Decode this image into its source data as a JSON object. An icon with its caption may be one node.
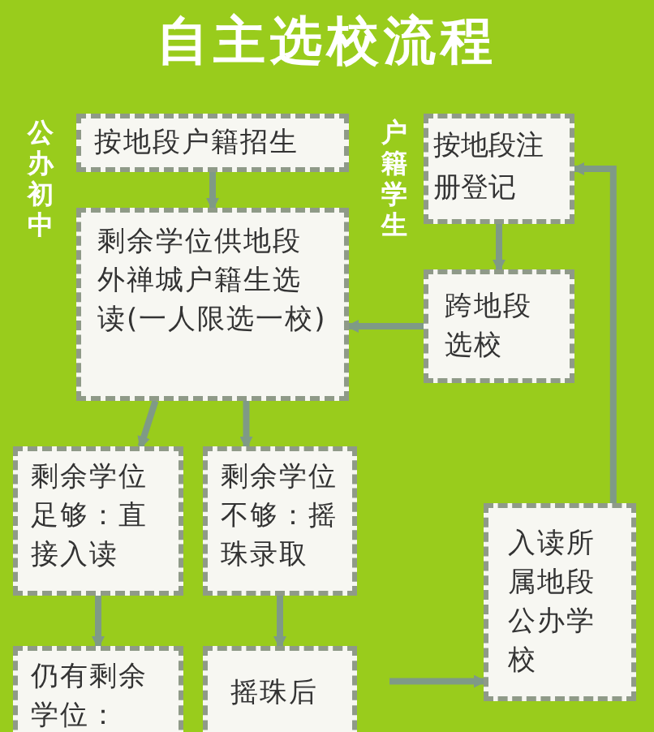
{
  "diagram": {
    "title": "自主选校流程",
    "nodes": [
      {
        "text": [
          "按地段户籍招生"
        ]
      },
      {
        "text": [
          "剩余学位供地段外禅城户籍生选读(一人限选一校)"
        ]
      },
      {
        "text": [
          "按地段注册登记"
        ]
      },
      {
        "text": [
          "跨地段选校"
        ]
      },
      {
        "text": [
          "剩余学位足够：直接入读"
        ]
      },
      {
        "text": [
          "剩余学位不够：摇珠录取"
        ]
      },
      {
        "text": [
          "入读所属地段公办学校"
        ]
      },
      {
        "text": [
          "仍有剩余学位："
        ]
      },
      {
        "text": [
          "摇珠后"
        ]
      }
    ],
    "edges": [
      {
        "from": 0,
        "to": 1,
        "arrow": "to"
      },
      {
        "from": 2,
        "to": 3,
        "arrow": "to"
      },
      {
        "from": 3,
        "to": 1,
        "arrow": "to"
      },
      {
        "from": 1,
        "to": 4,
        "arrow": "to"
      },
      {
        "from": 1,
        "to": 5,
        "arrow": "to"
      },
      {
        "from": 4,
        "to": 7,
        "arrow": "to"
      },
      {
        "from": 5,
        "to": 8,
        "arrow": "to"
      },
      {
        "from": null,
        "to": 6,
        "arrow": "to"
      },
      {
        "from": 6,
        "to": 2,
        "arrow": "to"
      }
    ],
    "labels": [
      "公办初中",
      "户籍学生"
    ]
  }
}
